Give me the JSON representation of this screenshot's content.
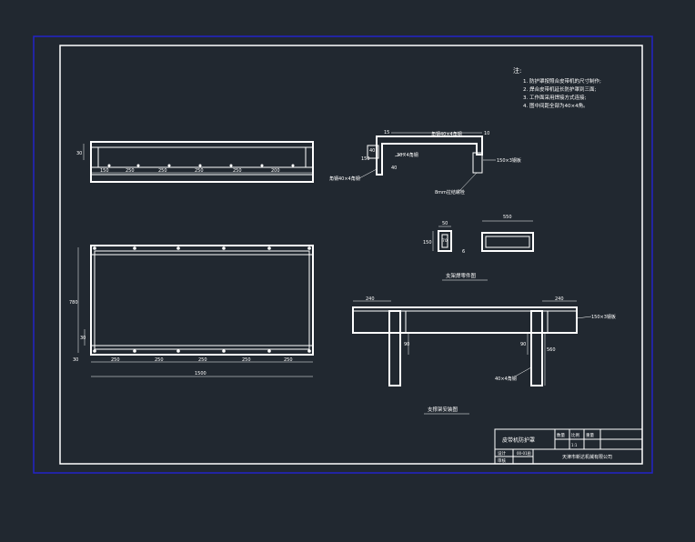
{
  "notes": {
    "heading": "注:",
    "items": [
      "1.  防护罩按照合皮带机的尺寸制作;",
      "2.  焊合皮带机延长防护罩到三面;",
      "3.  工作面采用焊接方式连接;",
      "4.  图中间距全部为40×4角。"
    ]
  },
  "view1": {
    "side_dim": "30",
    "segments": [
      "150",
      "250",
      "250",
      "250",
      "250",
      "200"
    ]
  },
  "view2": {
    "height_dim": "780",
    "small_dim": "30",
    "left_dim": "30",
    "segments": [
      "250",
      "250",
      "250",
      "250",
      "250"
    ],
    "total_dim": "1500"
  },
  "bracket": {
    "label_top_angle": "角钢40×4角钢",
    "label_left_angle": "角钢40×4角钢",
    "label_middle_angle": "30×4角钢",
    "label_plate": "150×3钢板",
    "label_bolt": "8mm拉结螺栓",
    "dims": [
      "15",
      "150",
      "40",
      "40",
      "10"
    ],
    "title": "支架焊零件图"
  },
  "parts": {
    "dim_a": "50",
    "dim_b": "150",
    "dim_c": "70",
    "dim_d": "6",
    "dim_e": "550"
  },
  "assembly": {
    "left_dim": "240",
    "right_dim": "240",
    "label_plate": "150×3钢板",
    "label_angle": "40×4角钢",
    "dim_mid": "90",
    "dim_right": "90",
    "dim_tall": "560",
    "title": "支撑架安装图"
  },
  "title_block": {
    "project": "皮带机防护罩",
    "col1": "数量",
    "col2": "比例",
    "col3": "重量",
    "scale_value": "1:1",
    "drawn_label": "设计",
    "check_label": "审核",
    "drawing_no": "00-01图",
    "company": "天津市新达机械有限公司"
  }
}
